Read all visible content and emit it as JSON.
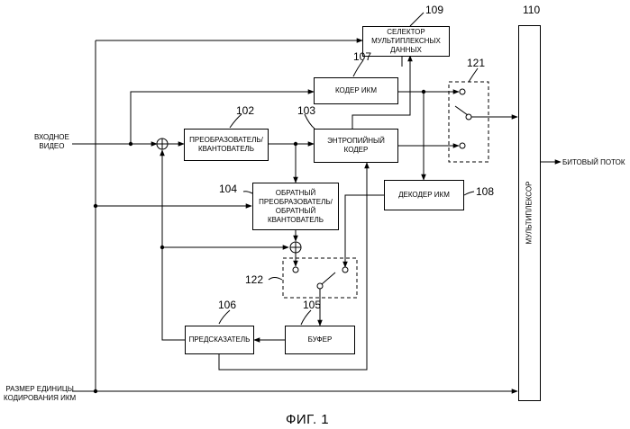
{
  "blocks": {
    "selector": "СЕЛЕКТОР\nМУЛЬТИПЛЕКСНЫХ\nДАННЫХ",
    "pcm_encoder": "КОДЕР ИКМ",
    "transform_quant": "ПРЕОБРАЗОВАТЕЛЬ/\nКВАНТОВАТЕЛЬ",
    "entropy_encoder": "ЭНТРОПИЙНЫЙ\nКОДЕР",
    "inv_transform": "ОБРАТНЫЙ\nПРЕОБРАЗОВАТЕЛЬ/\nОБРАТНЫЙ\nКВАНТОВАТЕЛЬ",
    "pcm_decoder": "ДЕКОДЕР ИКМ",
    "predictor": "ПРЕДСКАЗАТЕЛЬ",
    "buffer": "БУФЕР",
    "multiplexer": "МУЛЬТИПЛЕКСОР"
  },
  "numbers": {
    "n109": "109",
    "n110": "110",
    "n107": "107",
    "n121": "121",
    "n102": "102",
    "n103": "103",
    "n104": "104",
    "n108": "108",
    "n122": "122",
    "n106": "106",
    "n105": "105"
  },
  "labels": {
    "input_video": "ВХОДНОЕ\nВИДЕО",
    "bitstream": "БИТОВЫЙ ПОТОК",
    "unit_size": "РАЗМЕР ЕДИНИЦЫ\nКОДИРОВАНИЯ ИКМ"
  },
  "caption": "ФИГ. 1"
}
